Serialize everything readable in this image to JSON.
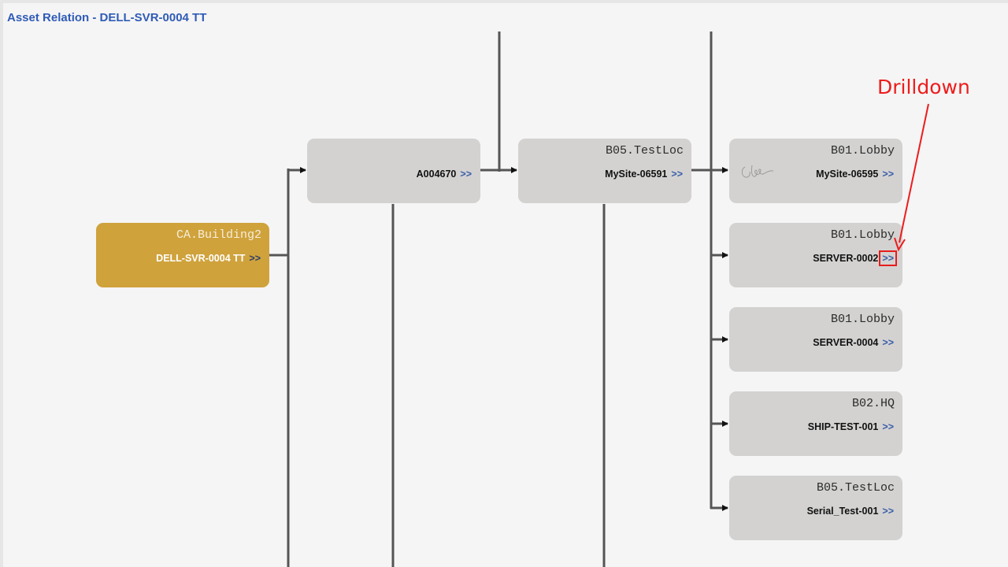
{
  "page": {
    "title": "Asset Relation - DELL-SVR-0004 TT"
  },
  "annotation": {
    "label": "Drilldown",
    "color": "#ee1c1c"
  },
  "colors": {
    "root_node": "#cfa23c",
    "node": "#d3d2d1",
    "title": "#2f5bb7",
    "drill_link": "#3b5ea8",
    "connector": "#555555"
  },
  "drill_symbol": ">>",
  "nodes": {
    "root": {
      "location": "CA.Building2",
      "name": "DELL-SVR-0004 TT"
    },
    "parent": {
      "location": "",
      "name": "A004670"
    },
    "site": {
      "location": "B05.TestLoc",
      "name": "MySite-06591"
    },
    "children": [
      {
        "location": "B01.Lobby",
        "name": "MySite-06595",
        "icon": "signature-icon"
      },
      {
        "location": "B01.Lobby",
        "name": "SERVER-0002"
      },
      {
        "location": "B01.Lobby",
        "name": "SERVER-0004"
      },
      {
        "location": "B02.HQ",
        "name": "SHIP-TEST-001"
      },
      {
        "location": "B05.TestLoc",
        "name": "Serial_Test-001"
      }
    ]
  }
}
